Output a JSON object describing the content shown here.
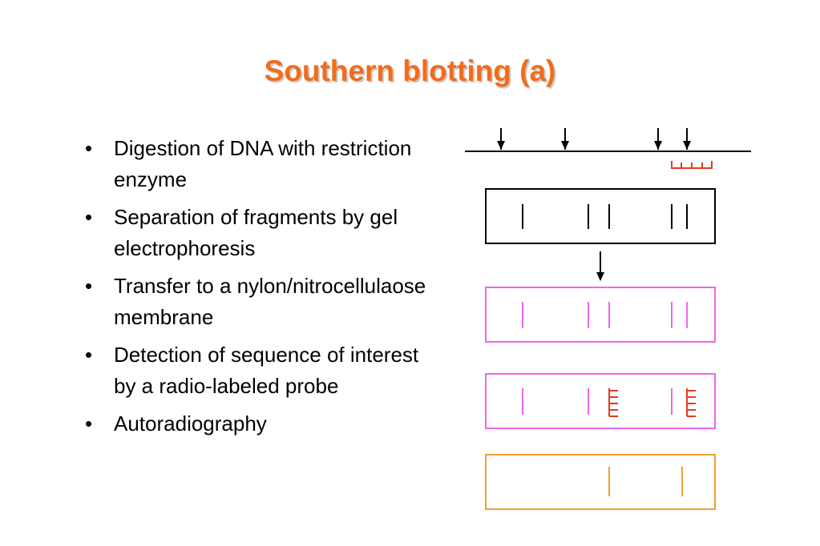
{
  "title": "Southern blotting (a)",
  "bullets": [
    "Digestion of DNA with restriction enzyme",
    "Separation of fragments by gel electrophoresis",
    "Transfer to a nylon/nitrocellulaose membrane",
    "Detection of sequence of interest by a radio-labeled probe",
    "Autoradiography"
  ],
  "bullet_glyph": "•",
  "colors": {
    "title": "#f26c1c",
    "dna": "#000000",
    "gel": "#000000",
    "membrane": "#ee66ee",
    "probe": "#e53b1e",
    "film": "#f0a030"
  }
}
